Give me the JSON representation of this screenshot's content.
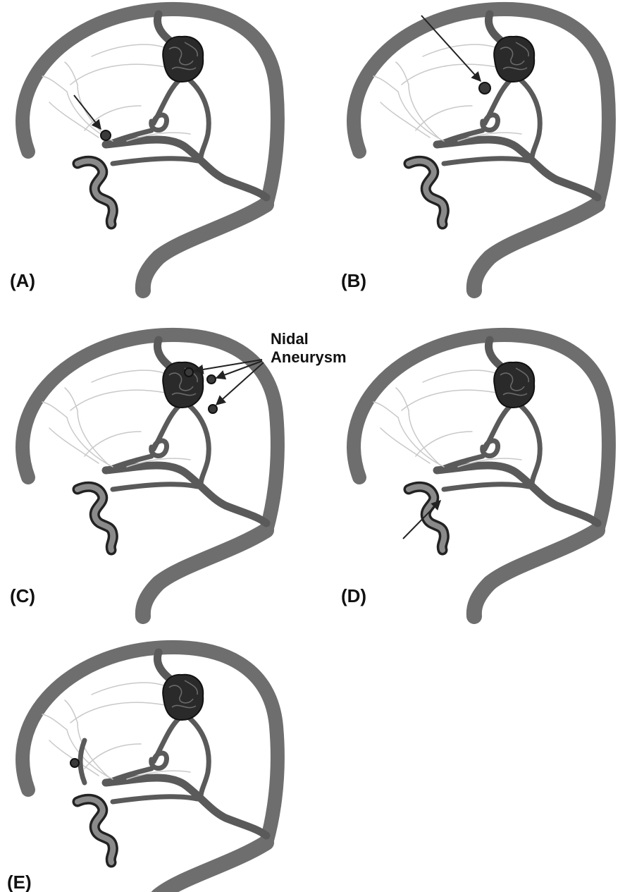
{
  "panels": [
    {
      "id": "A",
      "label": "(A)"
    },
    {
      "id": "B",
      "label": "(B)"
    },
    {
      "id": "C",
      "label": "(C)"
    },
    {
      "id": "D",
      "label": "(D)"
    },
    {
      "id": "E",
      "label": "(E)"
    }
  ],
  "annotations": {
    "nidal_aneurysm_line1": "Nidal",
    "nidal_aneurysm_line2": "Aneurysm"
  },
  "colors": {
    "skull": "#6e6e6e",
    "vein": "#5a5a5a",
    "nidus": "#2a2a2a",
    "vessel_pale": "#c9c9c9"
  }
}
